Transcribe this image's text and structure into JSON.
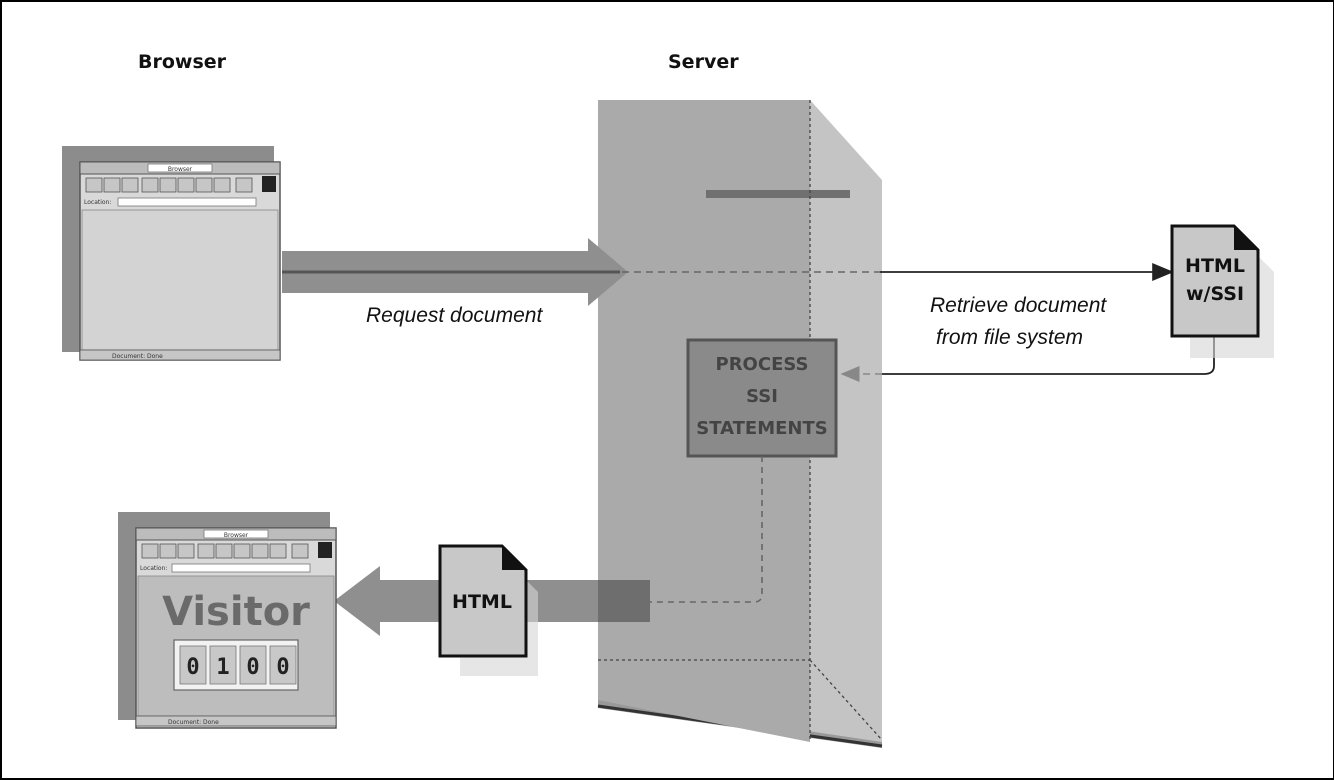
{
  "labels": {
    "browser": "Browser",
    "server": "Server",
    "request": "Request document",
    "retrieve_line1": "Retrieve document",
    "retrieve_line2": "from file system"
  },
  "process_box": {
    "line1": "PROCESS",
    "line2": "SSI",
    "line3": "STATEMENTS"
  },
  "ssi_doc": {
    "line1": "HTML",
    "line2": "w/SSI"
  },
  "html_doc": {
    "label": "HTML"
  },
  "browser_window": {
    "title": "Browser",
    "location_label": "Location:",
    "status": "Document: Done"
  },
  "visitor_window": {
    "title": "Browser",
    "location_label": "Location:",
    "heading": "Visitor",
    "counter_digits": [
      "0",
      "1",
      "0",
      "0"
    ],
    "status": "Document: Done"
  },
  "colors": {
    "server_front": "#aaaaaa",
    "server_side": "#c4c4c4",
    "arrow": "#8f8f8f",
    "process_box": "#8a8a8a"
  }
}
